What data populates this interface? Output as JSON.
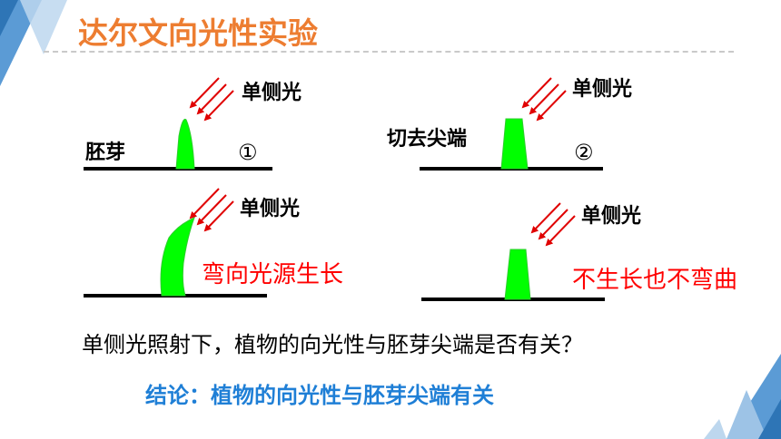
{
  "title": "达尔文向光性实验",
  "labels": {
    "light_1": "单侧光",
    "light_2": "单侧光",
    "light_3": "单侧光",
    "light_4": "单侧光",
    "coleoptile": "胚芽",
    "tip_removed": "切去尖端",
    "num_1": "①",
    "num_2": "②"
  },
  "results": {
    "bend": "弯向光源生长",
    "no_growth": "不生长也不弯曲"
  },
  "question": "单侧光照射下，植物的向光性与胚芽尖端是否有关？",
  "conclusion": "结论：植物的向光性与胚芽尖端有关",
  "colors": {
    "title": "#ed7d31",
    "plant": "#00ff00",
    "arrow": "#e00000",
    "result_text": "#ff0000",
    "conclusion": "#1f7fd6",
    "deco_blue": "#5b9bd5"
  }
}
